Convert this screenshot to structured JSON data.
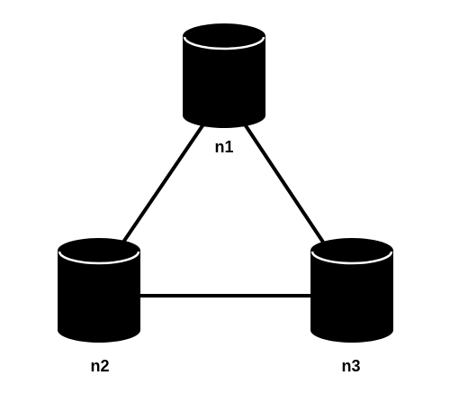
{
  "diagram": {
    "type": "network-topology",
    "node_shape": "database-cylinder",
    "nodes": [
      {
        "id": "n1",
        "label": "n1"
      },
      {
        "id": "n2",
        "label": "n2"
      },
      {
        "id": "n3",
        "label": "n3"
      }
    ],
    "edges": [
      {
        "from": "n1",
        "to": "n2"
      },
      {
        "from": "n1",
        "to": "n3"
      },
      {
        "from": "n2",
        "to": "n3"
      }
    ],
    "colors": {
      "node_fill": "#000000",
      "node_outline": "#ffffff",
      "edge": "#000000",
      "label": "#000000",
      "background": "#ffffff"
    }
  }
}
